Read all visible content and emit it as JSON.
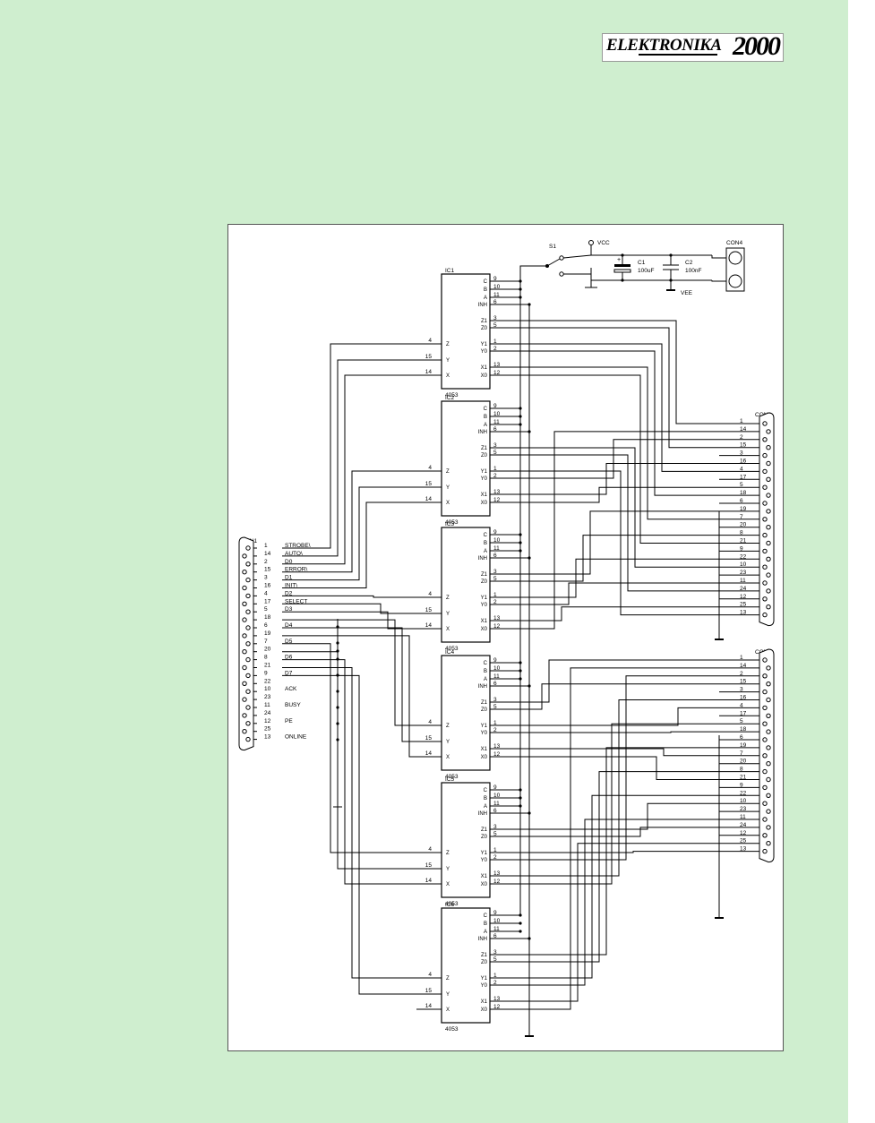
{
  "logo": {
    "wordmark": "ELEKTRONIKA",
    "year": "2000"
  },
  "schematic": {
    "ics": [
      {
        "ref": "IC1",
        "part": "4053"
      },
      {
        "ref": "IC2",
        "part": "4053"
      },
      {
        "ref": "IC3",
        "part": "4053"
      },
      {
        "ref": "IC4",
        "part": "4053"
      },
      {
        "ref": "IC5",
        "part": "4053"
      },
      {
        "ref": "IC6",
        "part": "4053"
      }
    ],
    "ic_right_pins": [
      "C",
      "B",
      "A",
      "INH",
      "Z1",
      "Z0",
      "Y1",
      "Y0",
      "X1",
      "X0"
    ],
    "ic_left_pins": [
      "Z",
      "Y",
      "X"
    ],
    "ic_right_numbers": [
      "9",
      "10",
      "11",
      "6",
      "3",
      "5",
      "1",
      "2",
      "13",
      "12"
    ],
    "ic_left_numbers": [
      "4",
      "15",
      "14"
    ],
    "switch": {
      "ref": "S1"
    },
    "vcc": {
      "label": "VCC"
    },
    "vee": {
      "label": "VEE"
    },
    "c1": {
      "ref": "C1",
      "value": "100uF"
    },
    "c2": {
      "ref": "C2",
      "value": "100nF"
    },
    "con4": {
      "ref": "CON4"
    },
    "con1": {
      "ref": "CON1",
      "rows": [
        {
          "pin": "1",
          "signal": "STROBE\\"
        },
        {
          "pin": "14",
          "signal": "AUTO\\"
        },
        {
          "pin": "2",
          "signal": "D0"
        },
        {
          "pin": "15",
          "signal": "ERROR\\"
        },
        {
          "pin": "3",
          "signal": "D1"
        },
        {
          "pin": "16",
          "signal": "INIT\\"
        },
        {
          "pin": "4",
          "signal": "D2"
        },
        {
          "pin": "17",
          "signal": "SELECT"
        },
        {
          "pin": "5",
          "signal": "D3"
        },
        {
          "pin": "18",
          "signal": ""
        },
        {
          "pin": "6",
          "signal": "D4"
        },
        {
          "pin": "19",
          "signal": ""
        },
        {
          "pin": "7",
          "signal": "D5"
        },
        {
          "pin": "20",
          "signal": ""
        },
        {
          "pin": "8",
          "signal": "D6"
        },
        {
          "pin": "21",
          "signal": ""
        },
        {
          "pin": "9",
          "signal": "D7"
        },
        {
          "pin": "22",
          "signal": ""
        },
        {
          "pin": "10",
          "signal": "ACK"
        },
        {
          "pin": "23",
          "signal": ""
        },
        {
          "pin": "11",
          "signal": "BUSY"
        },
        {
          "pin": "24",
          "signal": ""
        },
        {
          "pin": "12",
          "signal": "PE"
        },
        {
          "pin": "25",
          "signal": ""
        },
        {
          "pin": "13",
          "signal": "ONLINE"
        }
      ]
    },
    "con2": {
      "ref": "CON2",
      "pins": [
        "1",
        "14",
        "2",
        "15",
        "3",
        "16",
        "4",
        "17",
        "5",
        "18",
        "6",
        "19",
        "7",
        "20",
        "8",
        "21",
        "9",
        "22",
        "10",
        "23",
        "11",
        "24",
        "12",
        "25",
        "13"
      ]
    },
    "con3": {
      "ref": "CON3",
      "pins": [
        "1",
        "14",
        "2",
        "15",
        "3",
        "16",
        "4",
        "17",
        "5",
        "18",
        "6",
        "19",
        "7",
        "20",
        "8",
        "21",
        "9",
        "22",
        "10",
        "23",
        "11",
        "24",
        "12",
        "25",
        "13"
      ]
    }
  }
}
